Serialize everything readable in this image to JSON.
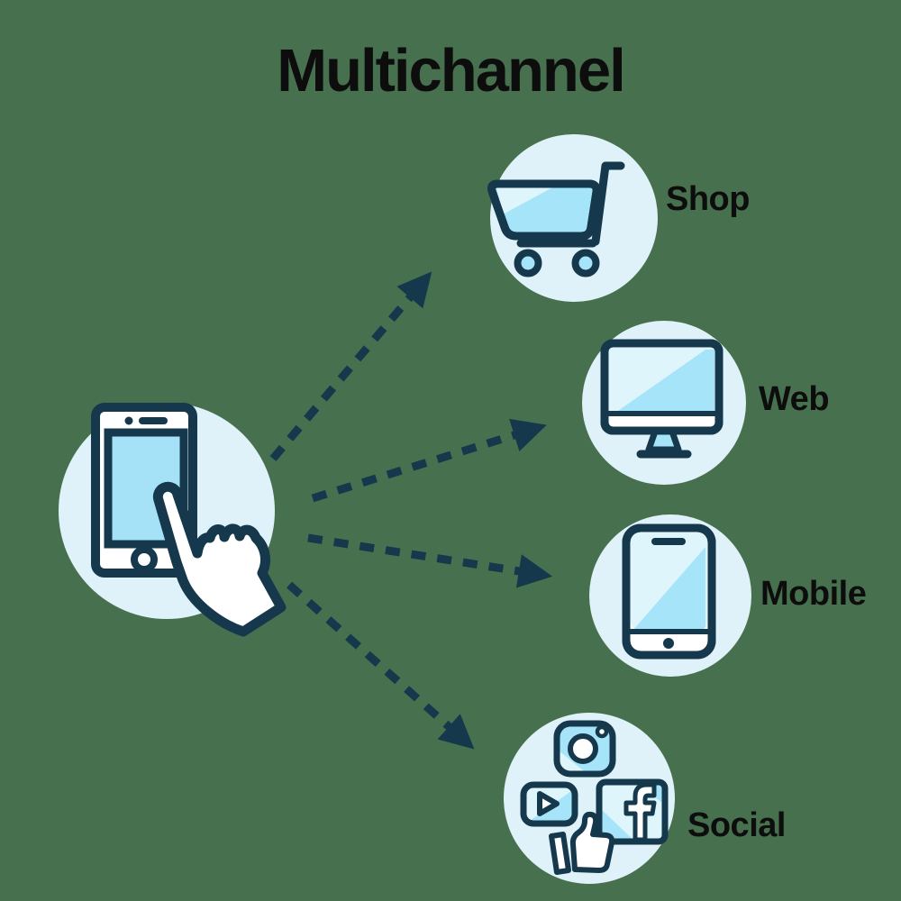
{
  "title": "Multichannel",
  "source": {
    "id": "customer",
    "icon": "phone-tap-icon"
  },
  "channels": [
    {
      "id": "shop",
      "label": "Shop",
      "icon": "shopping-cart-icon"
    },
    {
      "id": "web",
      "label": "Web",
      "icon": "desktop-monitor-icon"
    },
    {
      "id": "mobile",
      "label": "Mobile",
      "icon": "smartphone-icon"
    },
    {
      "id": "social",
      "label": "Social",
      "icon": "social-media-icons",
      "icons": [
        "instagram-icon",
        "youtube-icon",
        "facebook-icon",
        "thumbs-up-icon"
      ]
    }
  ],
  "edges": [
    {
      "from": "customer",
      "to": "shop",
      "style": "dashed-arrow"
    },
    {
      "from": "customer",
      "to": "web",
      "style": "dashed-arrow"
    },
    {
      "from": "customer",
      "to": "mobile",
      "style": "dashed-arrow"
    },
    {
      "from": "customer",
      "to": "social",
      "style": "dashed-arrow"
    }
  ],
  "colors": {
    "background": "#47714e",
    "circle": "#dff2f9",
    "outline": "#16384c",
    "blue-light": "#dff5fc",
    "blue-mid": "#a6e4fa",
    "screen-blue": "#a5e1f7",
    "white": "#ffffff",
    "text": "#0d0d0d"
  }
}
